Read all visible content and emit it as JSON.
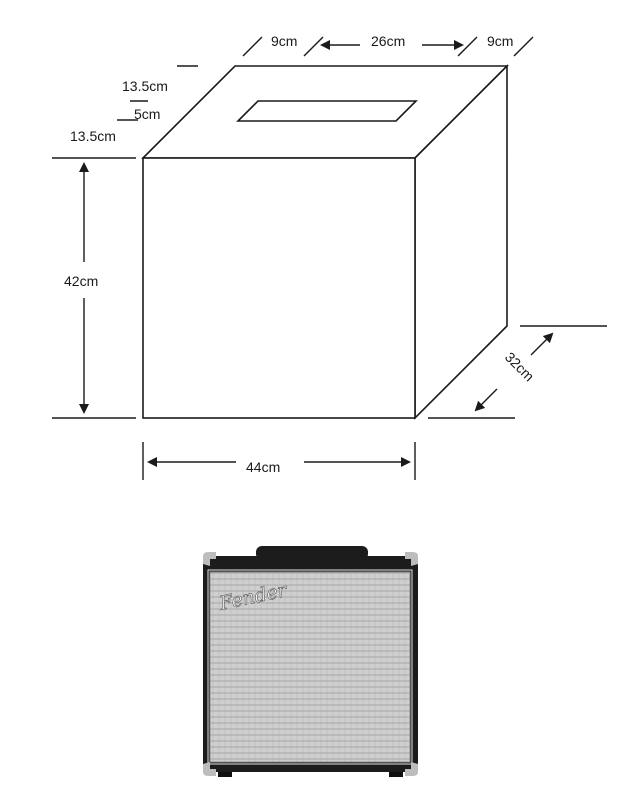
{
  "diagram": {
    "dimensions": {
      "top_left": "9cm",
      "top_middle": "26cm",
      "top_right": "9cm",
      "handle_offset_1": "13.5cm",
      "handle_width": "5cm",
      "handle_offset_2": "13.5cm",
      "height": "42cm",
      "width": "44cm",
      "depth": "32cm"
    }
  },
  "product": {
    "brand_logo_text": "Fender",
    "colors": {
      "cabinet": "#1c1c1c",
      "grille": "#cfcfcf",
      "corner": "#bdbdbd"
    }
  }
}
